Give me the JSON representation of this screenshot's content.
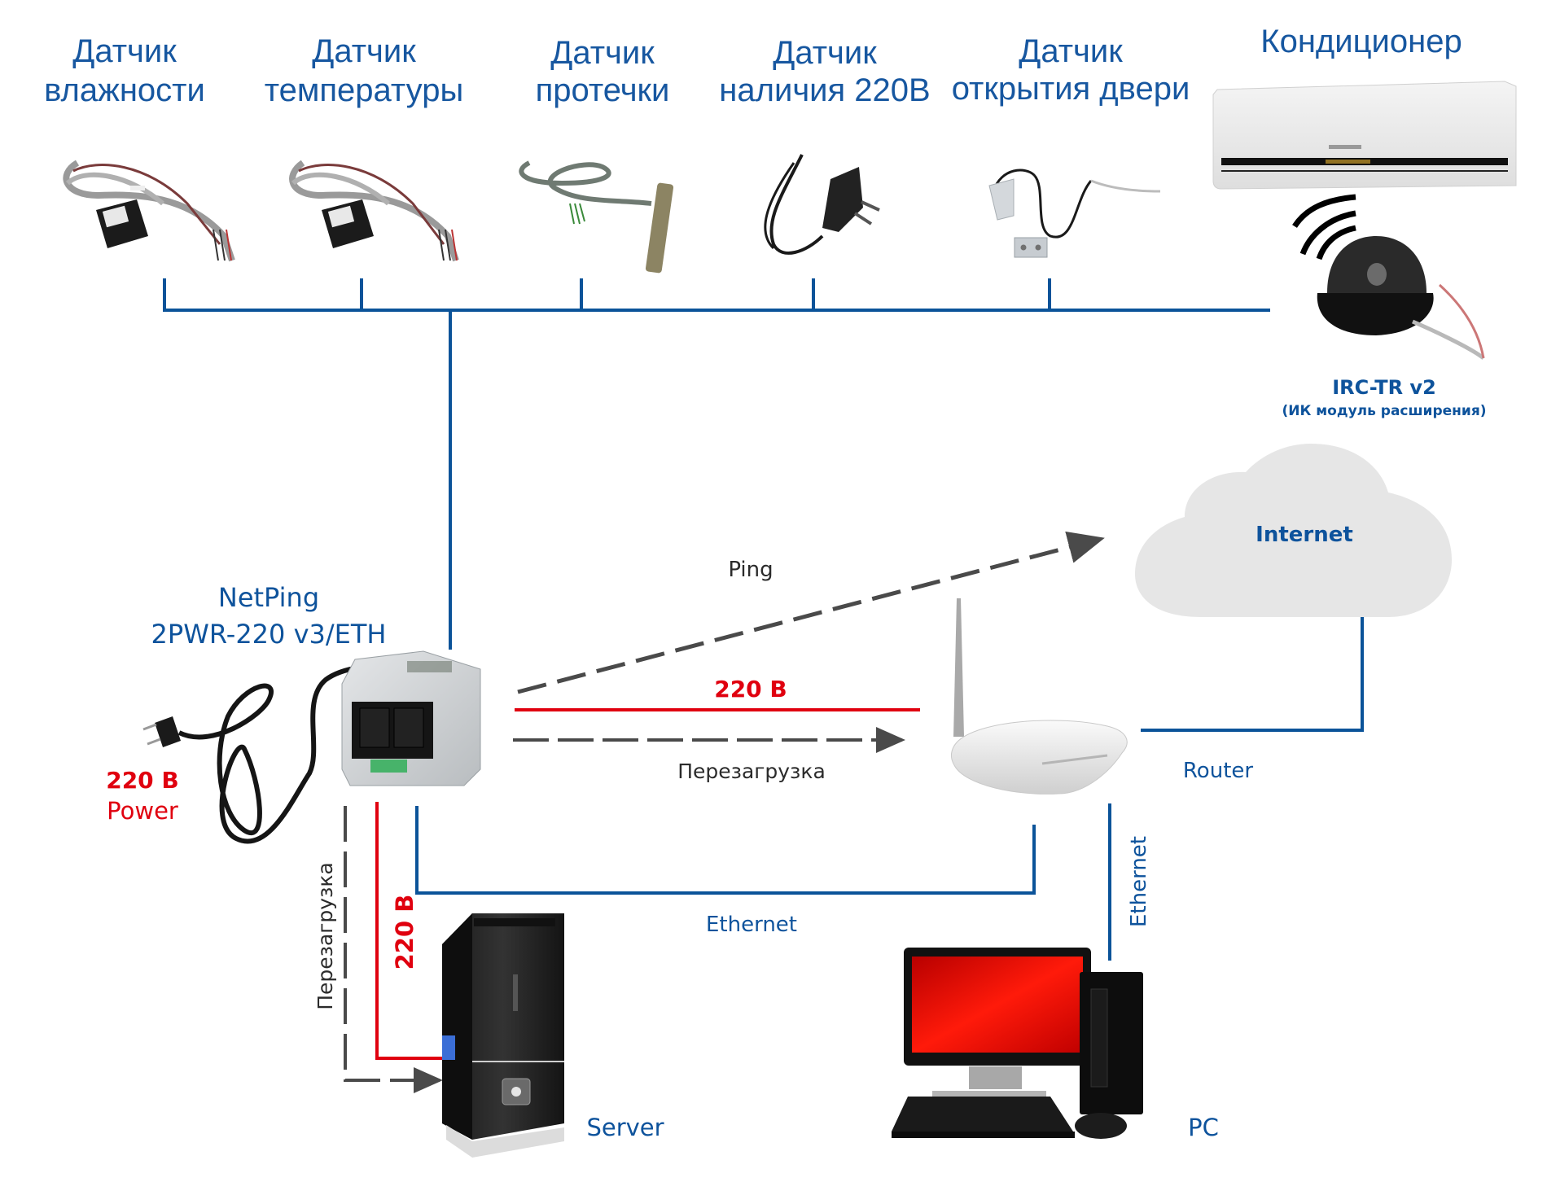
{
  "colors": {
    "network_blue": "#0b5399",
    "power_red": "#e0000f",
    "control_gray": "#4a4a4a",
    "cloud_fill": "#e6e6e6",
    "label_blue": "#1757a0"
  },
  "sensors": [
    {
      "line1": "Датчик",
      "line2": "влажности",
      "icon": "humidity-sensor-icon"
    },
    {
      "line1": "Датчик",
      "line2": "температуры",
      "icon": "temperature-sensor-icon"
    },
    {
      "line1": "Датчик",
      "line2": "протечки",
      "icon": "leak-sensor-icon"
    },
    {
      "line1": "Датчик",
      "line2": "наличия 220В",
      "icon": "voltage-sensor-icon"
    },
    {
      "line1": "Датчик",
      "line2": "открытия двери",
      "icon": "door-sensor-icon"
    }
  ],
  "air_conditioner": {
    "label": "Кондиционер",
    "icon": "air-conditioner-icon"
  },
  "ir_module": {
    "name": "IRC-TR v2",
    "subtitle": "(ИК модуль расширения)",
    "icon": "ir-dome-module-icon"
  },
  "netping": {
    "line1": "NetPing",
    "line2": "2PWR-220 v3/ETH",
    "icon": "netping-device-icon"
  },
  "power_input": {
    "voltage": "220 В",
    "label": "Power",
    "icon": "power-plug-icon"
  },
  "links": {
    "ping": "Ping",
    "power_to_router": "220 В",
    "reboot_router": "Перезагрузка",
    "ethernet_router": "Ethernet",
    "ethernet_pc": "Ethernet",
    "reboot_server": "Перезагрузка",
    "power_to_server": "220 В"
  },
  "internet": {
    "label": "Internet",
    "icon": "cloud-icon"
  },
  "router": {
    "label": "Router",
    "icon": "wifi-router-icon"
  },
  "server": {
    "label": "Server",
    "icon": "server-tower-icon"
  },
  "pc": {
    "label": "PC",
    "icon": "desktop-pc-icon"
  }
}
